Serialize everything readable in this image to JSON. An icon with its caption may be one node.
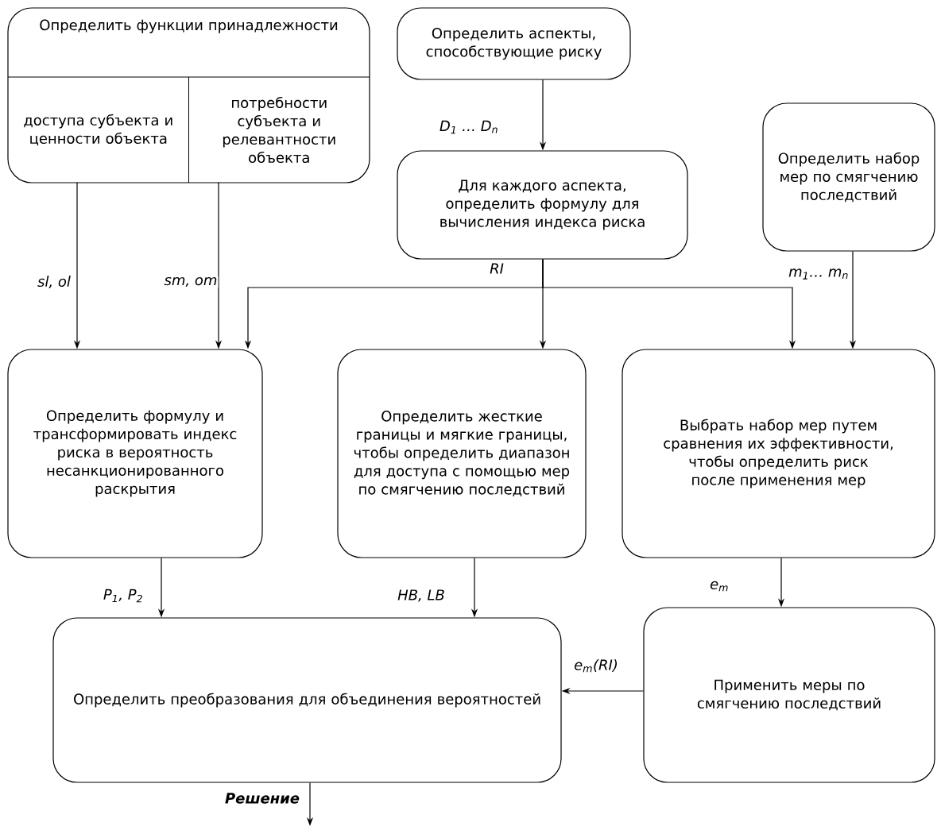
{
  "diagram": {
    "nodes": [
      {
        "text": [
          "Определить функции принадлежности"
        ]
      },
      {
        "text": [
          "доступа субъекта и ценности объекта"
        ],
        "in": 0
      },
      {
        "text": [
          "потребности субъекта и релевантности объекта"
        ],
        "in": 0
      },
      {
        "text": [
          "Определить аспекты, способствующие риску"
        ]
      },
      {
        "text": [
          "Для каждого аспекта, определить формулу для вычисления индекса риска"
        ]
      },
      {
        "text": [
          "Определить набор мер по смягчению последствий"
        ]
      },
      {
        "text": [
          "Определить формулу и трансформировать индекс риска в вероятность несанкционированного раскрытия"
        ]
      },
      {
        "text": [
          "Определить жесткие границы и мягкие границы, чтобы определить диапазон для доступа с помощью мер по смягчению последствий"
        ]
      },
      {
        "text": [
          "Выбрать набор мер путем сравнения их эффективности, чтобы определить риск после применения мер"
        ]
      },
      {
        "text": [
          "Определить преобразования для объединения вероятностей"
        ]
      },
      {
        "text": [
          "Применить меры по смягчению последствий"
        ]
      }
    ],
    "edges": [
      {
        "from": 1,
        "to": 6,
        "arrow": "to",
        "label": "sl, ol"
      },
      {
        "from": 2,
        "to": 6,
        "arrow": "to",
        "label": "sm, om"
      },
      {
        "from": 3,
        "to": 4,
        "arrow": "to",
        "label": "D$_{1}$ … D$_{n}$"
      },
      {
        "from": 4,
        "to": 6,
        "arrow": "to",
        "label": "RI"
      },
      {
        "from": 4,
        "to": 7,
        "arrow": "to"
      },
      {
        "from": 4,
        "to": 8,
        "arrow": "to"
      },
      {
        "from": 5,
        "to": 8,
        "arrow": "to",
        "label": "m$_{1}$… m$_{n}$"
      },
      {
        "from": 6,
        "to": 9,
        "arrow": "to",
        "label": "P$_{1}$, P$_{2}$"
      },
      {
        "from": 7,
        "to": 9,
        "arrow": "to",
        "label": "HB, LB"
      },
      {
        "from": 8,
        "to": 10,
        "arrow": "to",
        "label": "e$_{m}$"
      },
      {
        "from": 10,
        "to": 9,
        "arrow": "to",
        "label": "e$_{m}$(RI)"
      },
      {
        "from": 9,
        "to": null,
        "arrow": "to",
        "label": "Решение"
      }
    ]
  }
}
